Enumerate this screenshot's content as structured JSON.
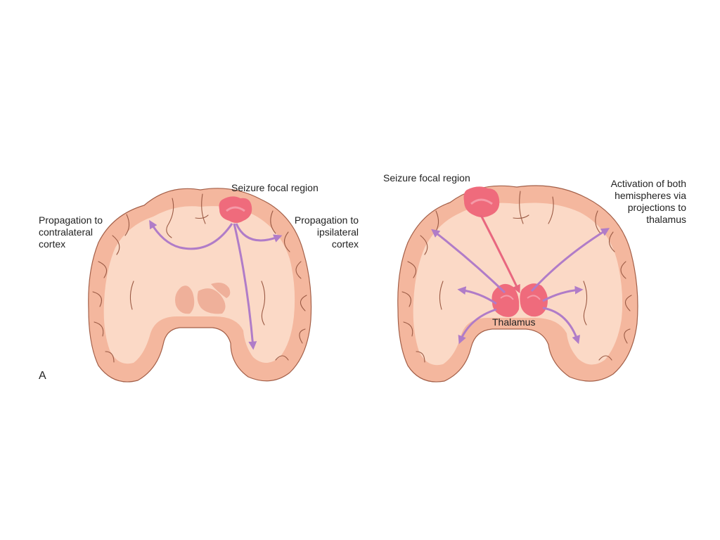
{
  "panel_a": {
    "letter": "A",
    "focus_label": "Seizure focal region",
    "contralateral_label": [
      "Propagation to",
      "contralateral",
      "cortex"
    ],
    "ipsilateral_label": [
      "Propagation to",
      "ipsilateral",
      "cortex"
    ]
  },
  "panel_b": {
    "focus_label": "Seizure focal region",
    "activation_label": [
      "Activation of both",
      "hemispheres via",
      "projections to",
      "thalamus"
    ],
    "thalamus_label": "Thalamus"
  },
  "colors": {
    "cortex_outer": "#f4b79e",
    "cortex_inner": "#fbd9c6",
    "sulcus_line": "#9a5a44",
    "deep_nuclei": "#eda993",
    "seizure_focus": "#ef6b7c",
    "thalamus": "#ef6b7c",
    "arrow_cortical": "#b07cc8",
    "arrow_thalamic": "#e8677f"
  }
}
